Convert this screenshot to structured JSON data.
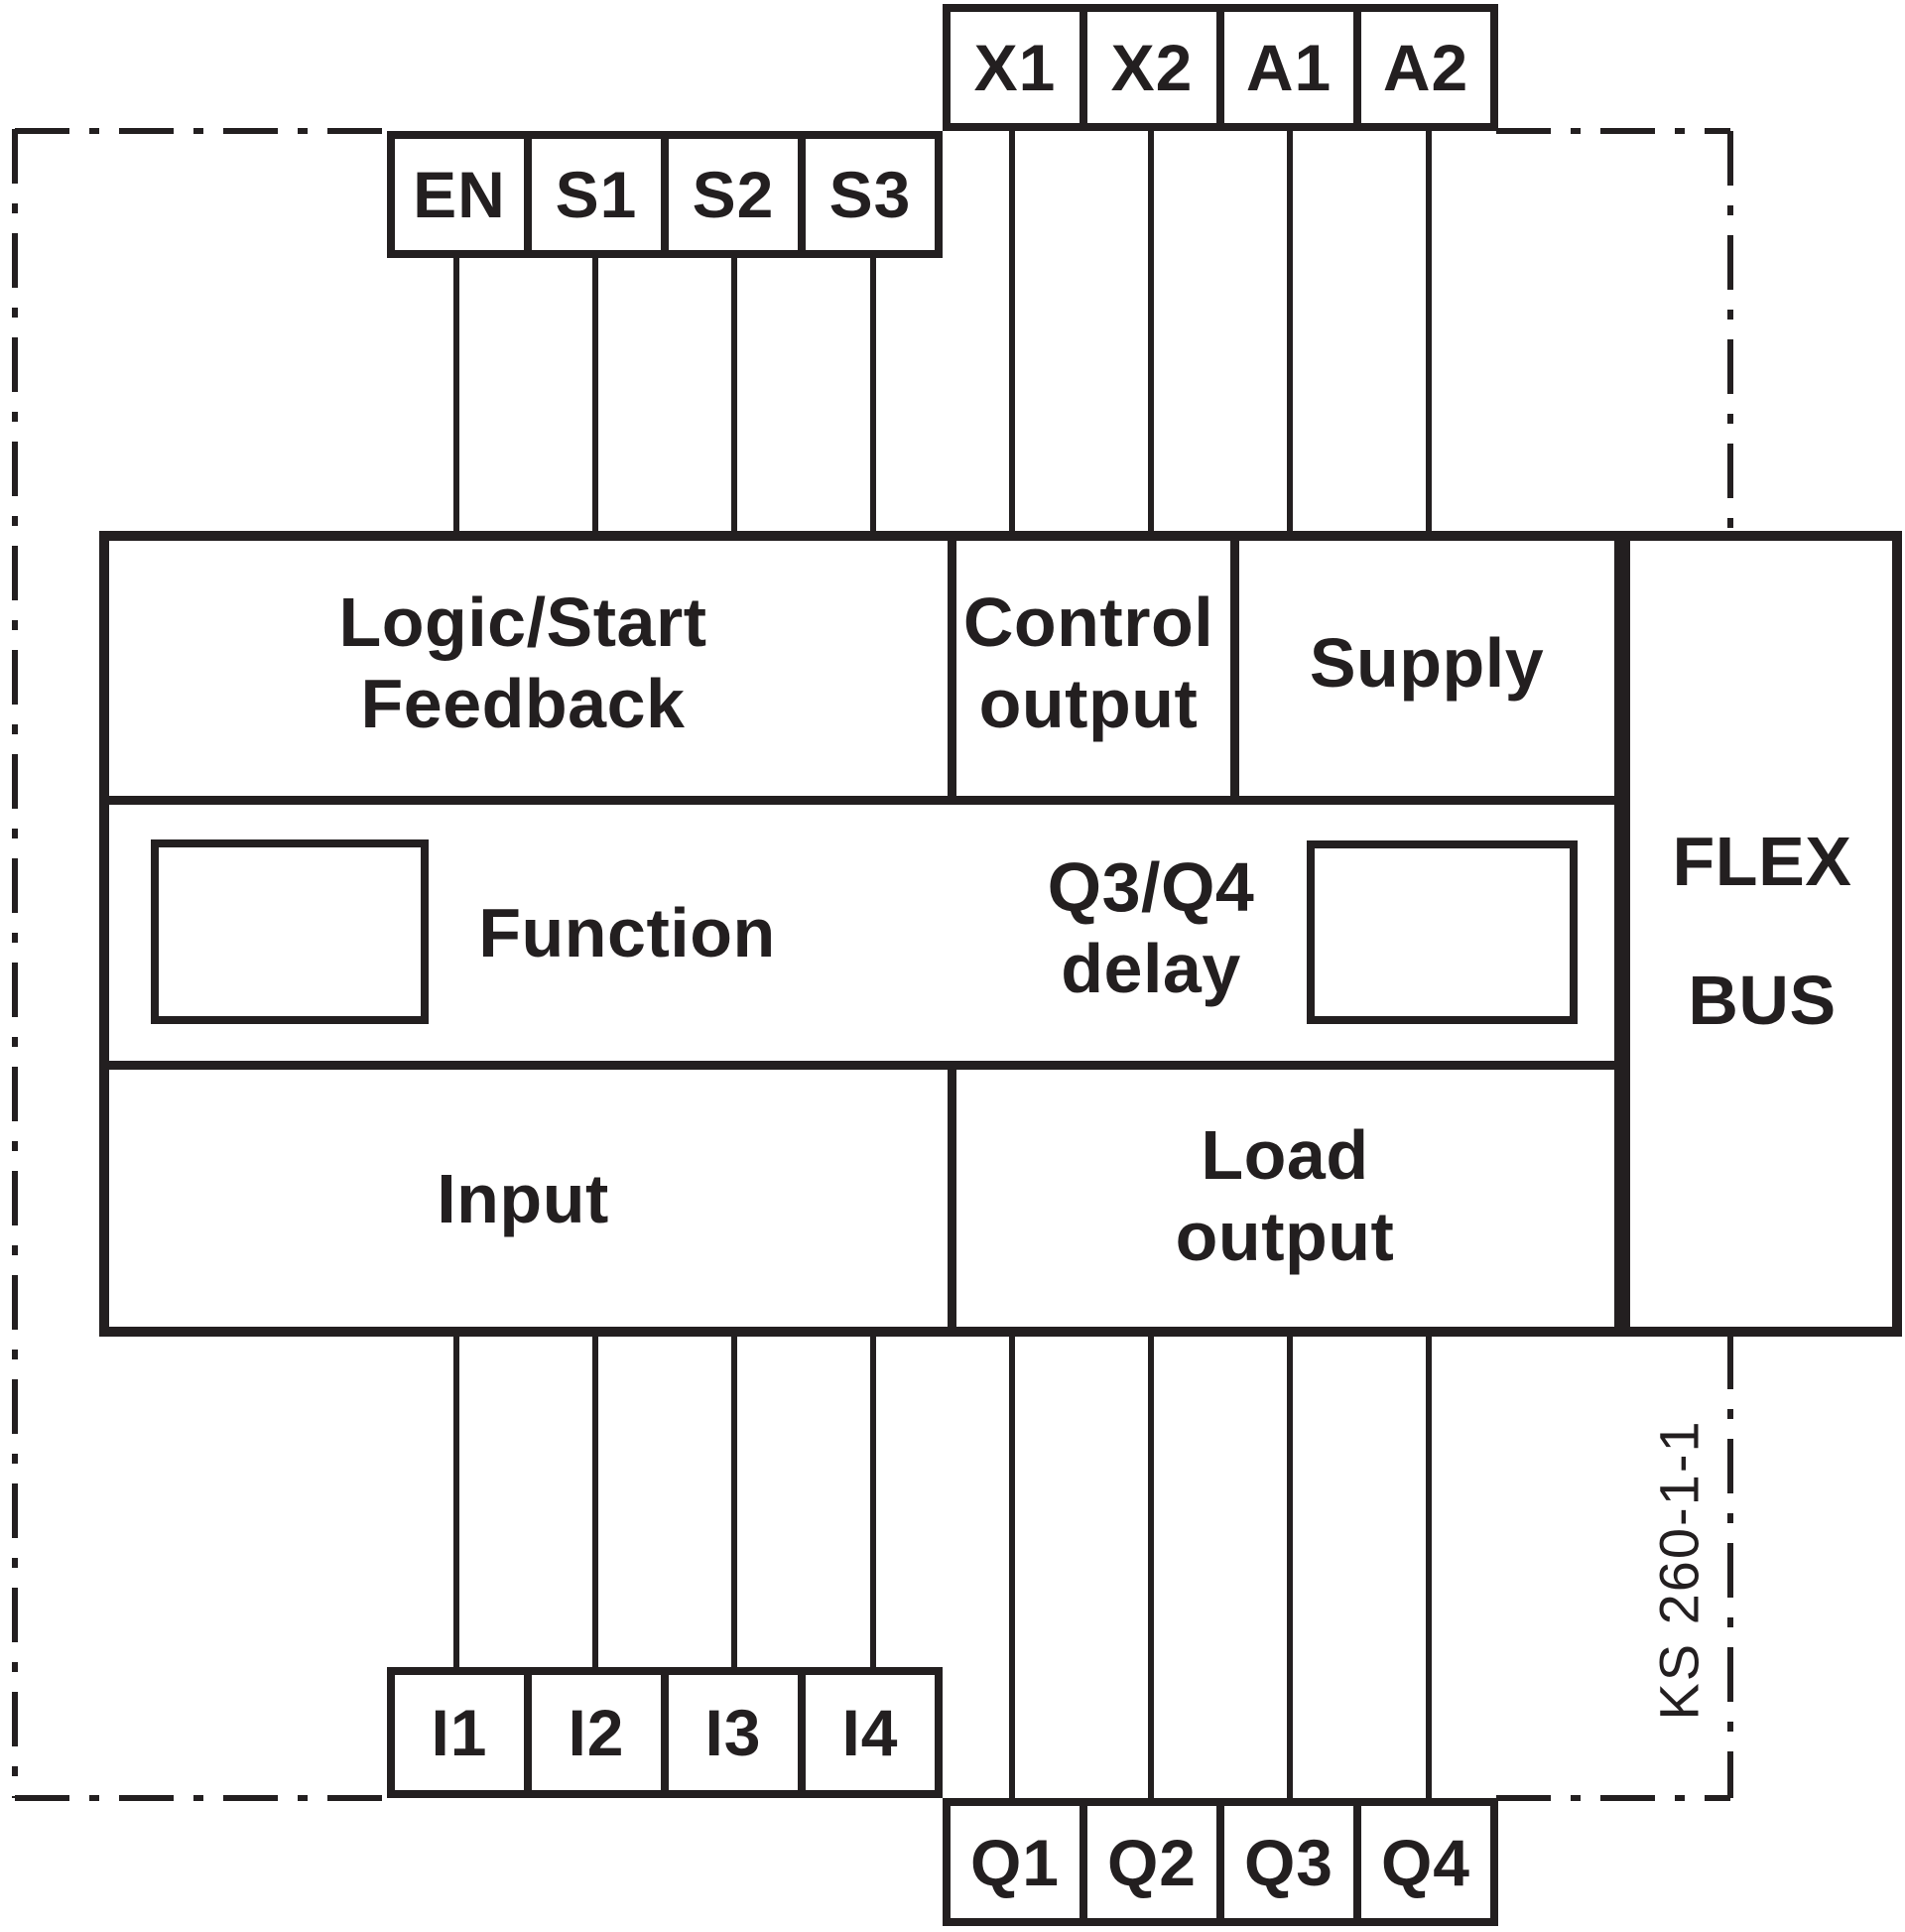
{
  "diagram": {
    "ref_label": "KS 260-1-1",
    "colors": {
      "line": "#231f20",
      "background": "#ffffff"
    },
    "terminals": {
      "top_row": [
        "X1",
        "X2",
        "A1",
        "A2"
      ],
      "upper_left_row": [
        "EN",
        "S1",
        "S2",
        "S3"
      ],
      "lower_left_row": [
        "I1",
        "I2",
        "I3",
        "I4"
      ],
      "bottom_row": [
        "Q1",
        "Q2",
        "Q3",
        "Q4"
      ]
    },
    "sections": {
      "logic_feedback": "Logic/Start\nFeedback",
      "control_output": "Control\noutput",
      "supply": "Supply",
      "function": "Function",
      "q3q4_delay": "Q3/Q4\ndelay",
      "input": "Input",
      "load_output": "Load\noutput",
      "flex_bus": "FLEX\nBUS"
    }
  }
}
